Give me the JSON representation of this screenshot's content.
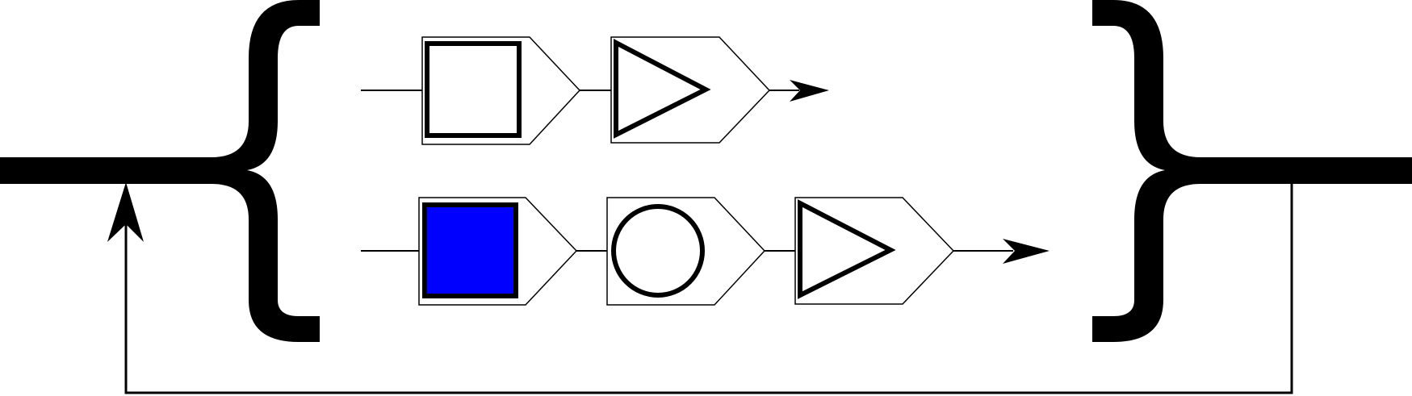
{
  "diagram": {
    "type": "railroad-loop-with-parallel-sequences",
    "colors": {
      "stroke": "#000000",
      "background": "#ffffff",
      "filled_square": "#0000ff"
    },
    "rows": [
      {
        "id": "top",
        "nodes": [
          {
            "shape": "square",
            "fill": "none"
          },
          {
            "shape": "triangle",
            "fill": "none"
          }
        ]
      },
      {
        "id": "bottom",
        "nodes": [
          {
            "shape": "square",
            "fill": "#0000ff"
          },
          {
            "shape": "circle",
            "fill": "none"
          },
          {
            "shape": "triangle",
            "fill": "none"
          }
        ]
      }
    ]
  }
}
